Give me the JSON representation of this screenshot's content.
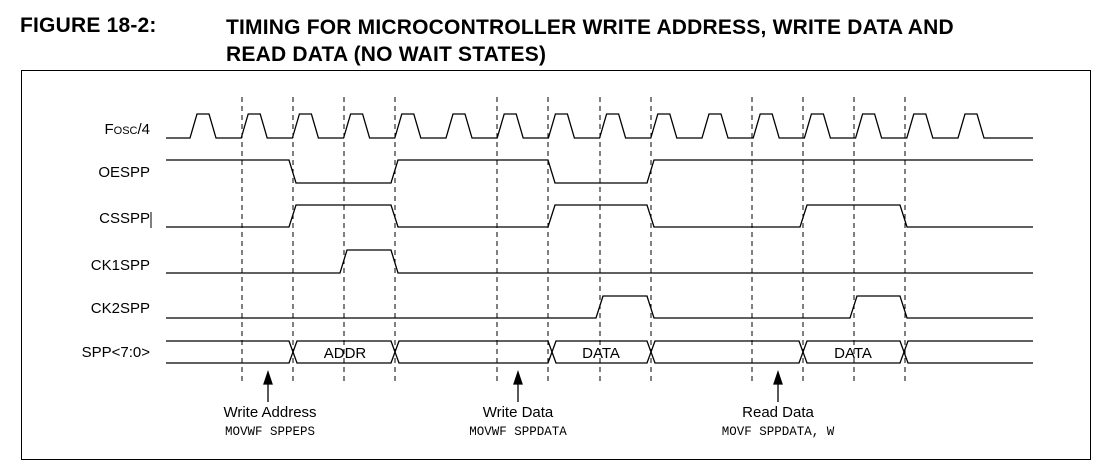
{
  "figure": {
    "label": "FIGURE 18-2:",
    "title_line1": "TIMING FOR MICROCONTROLLER WRITE ADDRESS, WRITE DATA AND",
    "title_line2": "READ DATA (NO WAIT STATES)"
  },
  "signals": {
    "fosc_main": "F",
    "fosc_sc": "OSC",
    "fosc_div": "/4",
    "oespp": "OESPP",
    "csspp": "CSSPP",
    "ck1spp": "CK1SPP",
    "ck2spp": "CK2SPP",
    "spp": "SPP<7:0>"
  },
  "bus_labels": {
    "addr": "ADDR",
    "data1": "DATA",
    "data2": "DATA"
  },
  "annotations": [
    {
      "name": "Write Address",
      "instruction": "MOVWF SPPEPS"
    },
    {
      "name": "Write Data",
      "instruction": "MOVWF SPPDATA"
    },
    {
      "name": "Read Data",
      "instruction": "MOVF SPPDATA, W"
    }
  ]
}
